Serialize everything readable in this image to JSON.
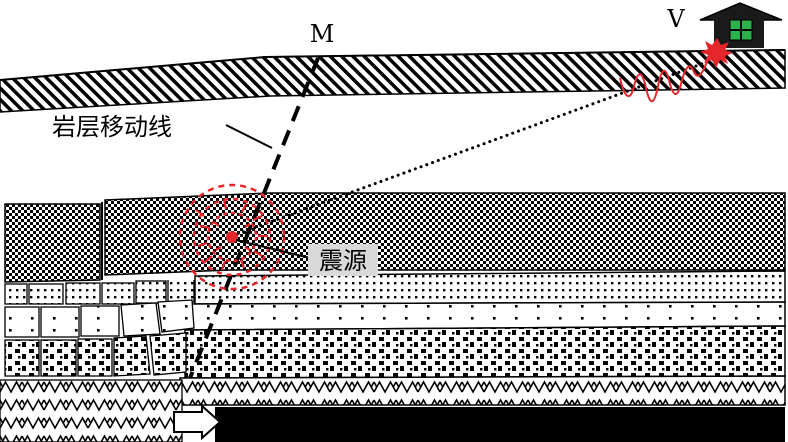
{
  "labels": {
    "point_m": "M",
    "point_v": "V",
    "fault_line": "岩层移动线",
    "focus": "震源"
  },
  "colors": {
    "stroke": "#000000",
    "quake_red": "#e5262a",
    "window_green": "#2db24a",
    "label_box": "#d9d9d9",
    "house": "#1a1a1a"
  },
  "icons": {
    "house": "house-icon",
    "burst_surface": "starburst-icon",
    "wave": "seismic-wave-icon",
    "arrow": "arrow-right-icon"
  }
}
